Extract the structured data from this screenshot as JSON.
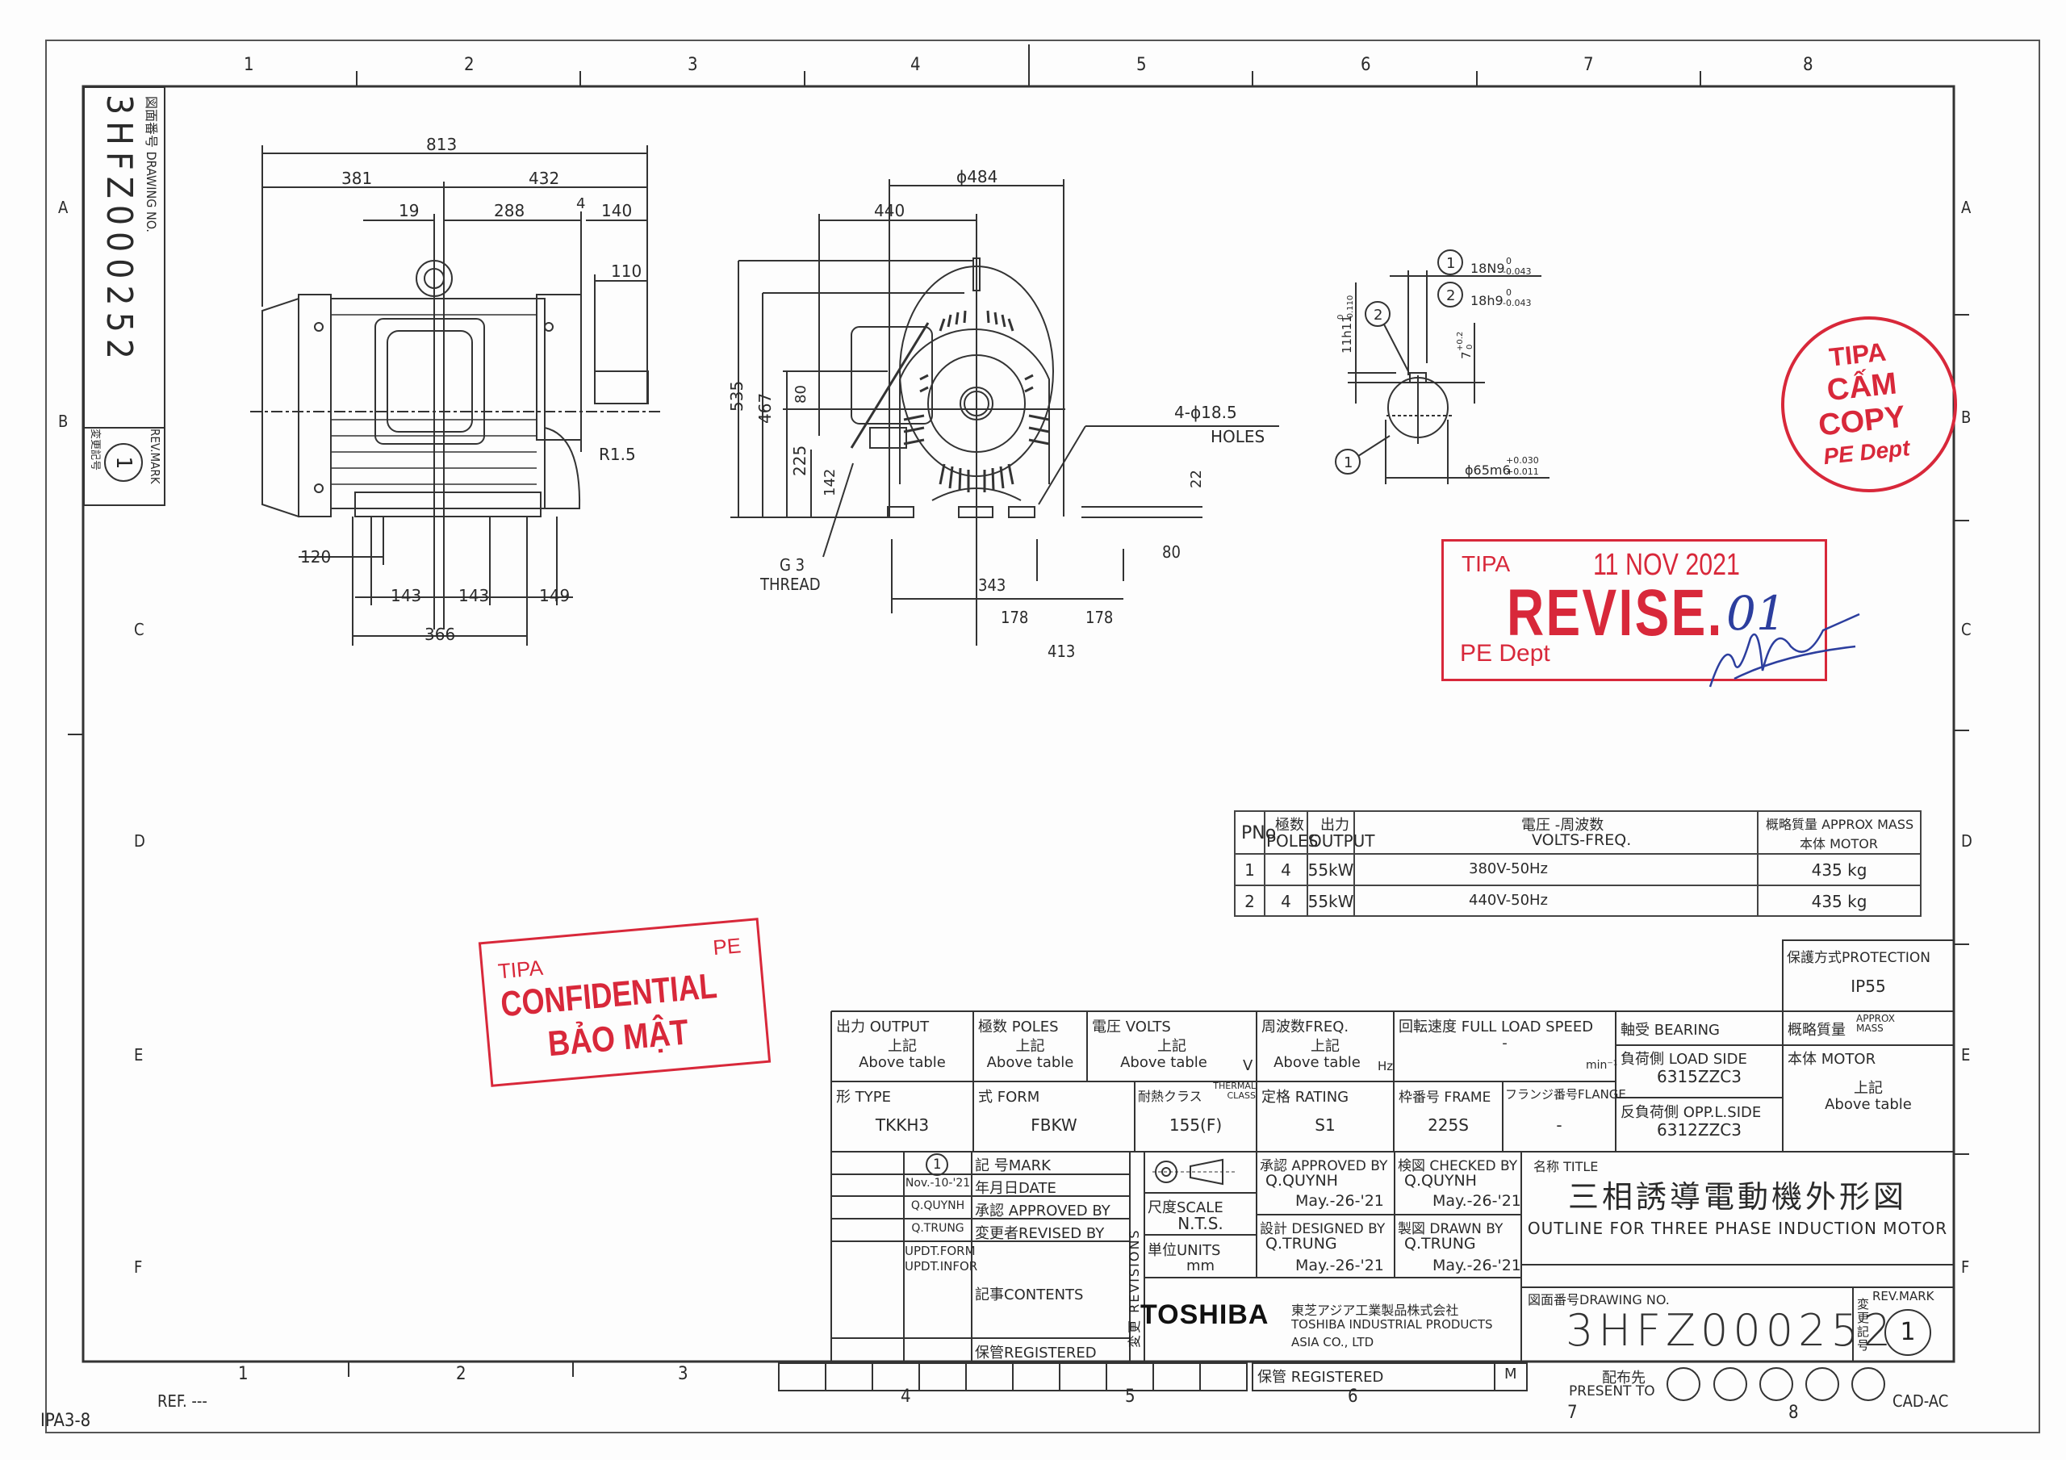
{
  "sheet": {
    "zone_columns_top": [
      "1",
      "2",
      "3",
      "4",
      "5",
      "6",
      "7",
      "8"
    ],
    "zone_columns_bottom": [
      "1",
      "2",
      "3",
      "4",
      "5",
      "6",
      "7",
      "8"
    ],
    "zone_rows": [
      "A",
      "B",
      "C",
      "D",
      "E",
      "F"
    ],
    "form_code": "IPA3-8",
    "reference": "REF. ---",
    "cad_code": "CAD-AC"
  },
  "side_label": {
    "drawing_no_label": "図面番号 DRAWING NO.",
    "drawing_no": "3HFZ000252",
    "rev_mark_label": "REV.MARK",
    "rev_mark_jp": "変更記号",
    "rev_mark": "1"
  },
  "side_view": {
    "dims": {
      "overall_length": "813",
      "left_length": "381",
      "right_length": "432",
      "d19": "19",
      "d288": "288",
      "d4": "4",
      "d140": "140",
      "shaft_length": "110",
      "radius": "R1.5",
      "d120": "120",
      "d143a": "143",
      "d143b": "143",
      "d149": "149",
      "d366": "366"
    }
  },
  "front_view": {
    "dims": {
      "outer_diameter": "ϕ484",
      "d440": "440",
      "height_total": "535",
      "height_467": "467",
      "d80_v": "80",
      "shaft_height": "225",
      "d142": "142",
      "foot_height": "22",
      "holes": "4-ϕ18.5",
      "holes_label": "HOLES",
      "thread": "G 3",
      "thread_label": "THREAD",
      "d343": "343",
      "d178a": "178",
      "d178b": "178",
      "d413": "413",
      "d80_h": "80"
    }
  },
  "shaft_detail": {
    "key1_label": "1",
    "key1_tol": "18N9",
    "key1_upper": "0",
    "key1_lower": "-0.043",
    "key2_label": "2",
    "key2_tol": "18h9",
    "key2_upper": "0",
    "key2_lower": "-0.043",
    "height_tol": "11h11",
    "height_upper": "0",
    "height_lower": "-0.110",
    "depth": "7",
    "depth_upper": "+0.2",
    "depth_lower": "0",
    "shaft_dia": "ϕ65m6",
    "shaft_upper": "+0.030",
    "shaft_lower": "+0.011"
  },
  "stamps": {
    "cam_copy": {
      "line1": "TIPA",
      "line2": "CẤM",
      "line3": "COPY",
      "line4": "PE Dept",
      "color": "#d8283a"
    },
    "revise": {
      "org": "TIPA",
      "date": "11 NOV 2021",
      "word": "REVISE.",
      "rev": "01",
      "dept": "PE Dept",
      "color": "#d8283a",
      "signature_color": "#2c3e9e"
    },
    "confidential": {
      "org": "TIPA",
      "dept": "PE",
      "line1": "CONFIDENTIAL",
      "line2": "BẢO MẬT",
      "color": "#d8283a"
    }
  },
  "spec_table": {
    "headers": {
      "pno": "PNo.",
      "poles_jp": "極数",
      "poles": "POLES",
      "output_jp": "出力",
      "output": "OUTPUT",
      "volts_jp": "電圧 -周波数",
      "volts": "VOLTS-FREQ.",
      "mass_jp": "概略質量 APPROX MASS",
      "mass_sub": "本体  MOTOR"
    },
    "rows": [
      {
        "pno": "1",
        "poles": "4",
        "output": "55kW",
        "volts_freq": "380V-50Hz",
        "mass": "435 kg"
      },
      {
        "pno": "2",
        "poles": "4",
        "output": "55kW",
        "volts_freq": "440V-50Hz",
        "mass": "435 kg"
      }
    ]
  },
  "protection": {
    "label": "保護方式PROTECTION",
    "value": "IP55"
  },
  "ratings": {
    "output": {
      "label": "出力 OUTPUT",
      "jp": "上記",
      "value": "Above table"
    },
    "poles": {
      "label": "極数 POLES",
      "jp": "上記",
      "value": "Above table"
    },
    "volts": {
      "label": "電圧 VOLTS",
      "jp": "上記",
      "value": "Above table",
      "unit": "V"
    },
    "freq": {
      "label": "周波数FREQ.",
      "jp": "上記",
      "value": "Above table",
      "unit": "Hz"
    },
    "speed": {
      "label": "回転速度  FULL LOAD SPEED",
      "value": "-",
      "unit": "min⁻¹"
    },
    "bearing": {
      "label": "軸受      BEARING",
      "load_side_label": "負荷側  LOAD SIDE",
      "load_side": "6315ZZC3",
      "opp_side_label": "反負荷側 OPP.L.SIDE",
      "opp_side": "6312ZZC3"
    },
    "mass": {
      "label": "概略質量",
      "label_en": "APPROX MASS",
      "motor_label": "本体     MOTOR",
      "jp": "上記",
      "value": "Above table"
    },
    "type": {
      "label": "形   TYPE",
      "value": "TKKH3"
    },
    "form": {
      "label": "式   FORM",
      "value": "FBKW"
    },
    "thermal": {
      "label": "耐熱クラス",
      "label_en": "THERMAL CLASS",
      "value": "155(F)"
    },
    "rating": {
      "label": "定格   RATING",
      "value": "S1"
    },
    "frame": {
      "label": "枠番号 FRAME",
      "value": "225S"
    },
    "flange": {
      "label": "フランジ番号FLANGE",
      "value": "-"
    }
  },
  "revisions": {
    "mark_label": "記  号MARK",
    "mark": "1",
    "date_label": "年月日DATE",
    "date": "Nov.-10-'21",
    "approved_label": "承認 APPROVED BY",
    "approved": "Q.QUYNH",
    "revised_label": "変更者REVISED BY",
    "revised": "Q.TRUNG",
    "contents_label": "記事CONTENTS",
    "contents_1": "UPDT.FORM",
    "contents_2": "UPDT.INFOR",
    "registered_label": "保管REGISTERED",
    "side_label": "変更 REVISIONS"
  },
  "title_block": {
    "scale_label": "尺度SCALE",
    "scale": "N.T.S.",
    "units_label": "単位UNITS",
    "units": "mm",
    "approved_label": "承認 APPROVED BY",
    "approved_name": "Q.QUYNH",
    "approved_date": "May.-26-'21",
    "checked_label": "検図 CHECKED BY",
    "checked_name": "Q.QUYNH",
    "checked_date": "May.-26-'21",
    "designed_label": "設計 DESIGNED BY",
    "designed_name": "Q.TRUNG",
    "designed_date": "May.-26-'21",
    "drawn_label": "製図 DRAWN BY",
    "drawn_name": "Q.TRUNG",
    "drawn_date": "May.-26-'21",
    "company_logo": "TOSHIBA",
    "company_jp": "東芝アジア工業製品株式会社",
    "company_en1": "TOSHIBA INDUSTRIAL PRODUCTS",
    "company_en2": "ASIA CO., LTD",
    "title_label": "名称 TITLE",
    "title_jp": "三相誘導電動機外形図",
    "title_en": "OUTLINE FOR THREE PHASE INDUCTION MOTOR",
    "drawing_no_label": "図面番号DRAWING NO.",
    "drawing_no": "3HFZ000252",
    "rev_mark_label": "REV.MARK",
    "rev_mark_jp": "変更記号",
    "rev_mark": "1",
    "registered_label": "保管 REGISTERED",
    "registered_code": "M",
    "present_to_jp": "配布先",
    "present_to": "PRESENT TO"
  }
}
